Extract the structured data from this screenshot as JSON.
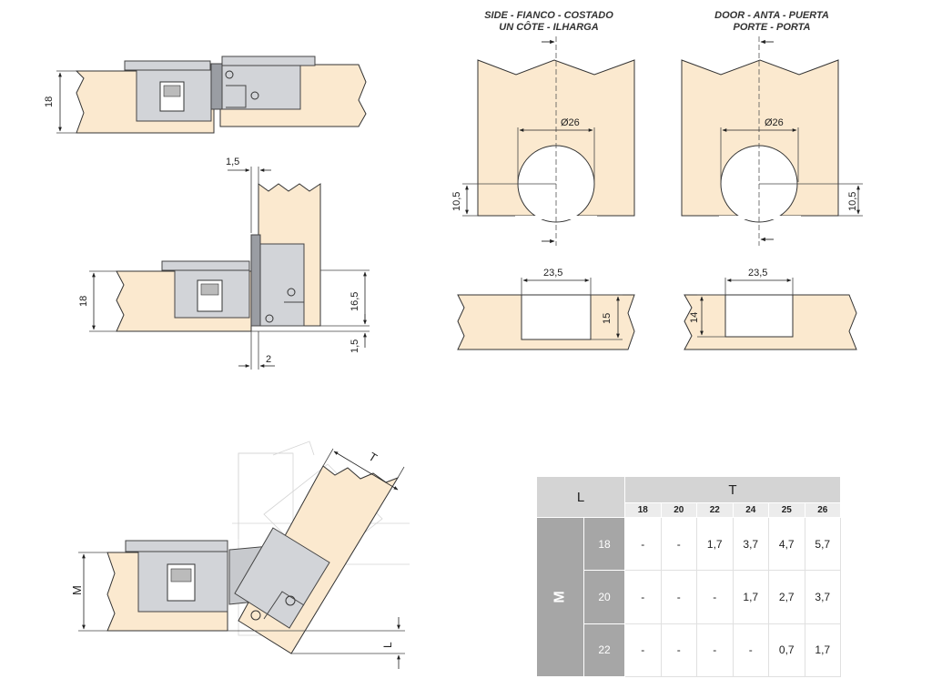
{
  "titles": {
    "side_line1": "SIDE - FIANCO - COSTADO",
    "side_line2": "UN CÔTE - ILHARGA",
    "door_line1": "DOOR - ANTA - PUERTA",
    "door_line2": "PORTE - PORTA"
  },
  "dimensions": {
    "closed_thickness": "18",
    "gap_top": "1,5",
    "side_thickness": "18",
    "height_16_5": "16,5",
    "height_1_5": "1,5",
    "offset_2": "2",
    "hole_diameter_side": "Ø26",
    "hole_diameter_door": "Ø26",
    "hole_offset_side": "10,5",
    "hole_offset_door": "10,5",
    "pocket_width_side": "23,5",
    "pocket_width_door": "23,5",
    "pocket_depth_side": "15",
    "pocket_depth_door": "14",
    "thickness_T": "T",
    "thickness_M": "M",
    "offset_L": "L"
  },
  "table": {
    "corner_label": "L",
    "col_group_label": "T",
    "row_group_label": "M",
    "t_values": [
      "18",
      "20",
      "22",
      "24",
      "25",
      "26"
    ],
    "rows": [
      {
        "m": "18",
        "cells": [
          "-",
          "-",
          "1,7",
          "3,7",
          "4,7",
          "5,7"
        ]
      },
      {
        "m": "20",
        "cells": [
          "-",
          "-",
          "-",
          "1,7",
          "2,7",
          "3,7"
        ]
      },
      {
        "m": "22",
        "cells": [
          "-",
          "-",
          "-",
          "-",
          "0,7",
          "1,7"
        ]
      }
    ]
  },
  "colors": {
    "wood": "#fbe9cf",
    "hinge": "#d2d4d8",
    "hinge_dark": "#9a9da3",
    "outline": "#333333",
    "table_header": "#d4d4d4",
    "table_side": "#a6a6a6"
  }
}
